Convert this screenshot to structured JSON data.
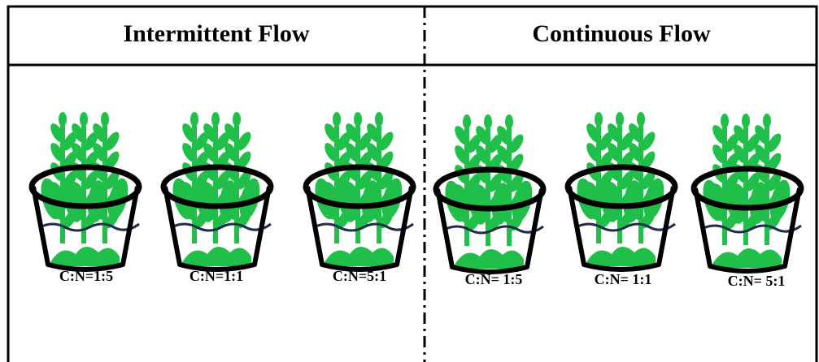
{
  "sections": [
    {
      "title": "Intermittent Flow",
      "pots": [
        {
          "label": "C:N=1:5"
        },
        {
          "label": "C:N=1:1"
        },
        {
          "label": "C:N=5:1"
        }
      ]
    },
    {
      "title": "Continuous Flow",
      "pots": [
        {
          "label": "C:N= 1:5"
        },
        {
          "label": "C:N= 1:1"
        },
        {
          "label": "C:N= 5:1"
        }
      ]
    }
  ],
  "colors": {
    "plant": "#1fbf4a",
    "soil": "#1fbf4a",
    "water_line": "#1f2d4a",
    "outline": "#000000"
  }
}
